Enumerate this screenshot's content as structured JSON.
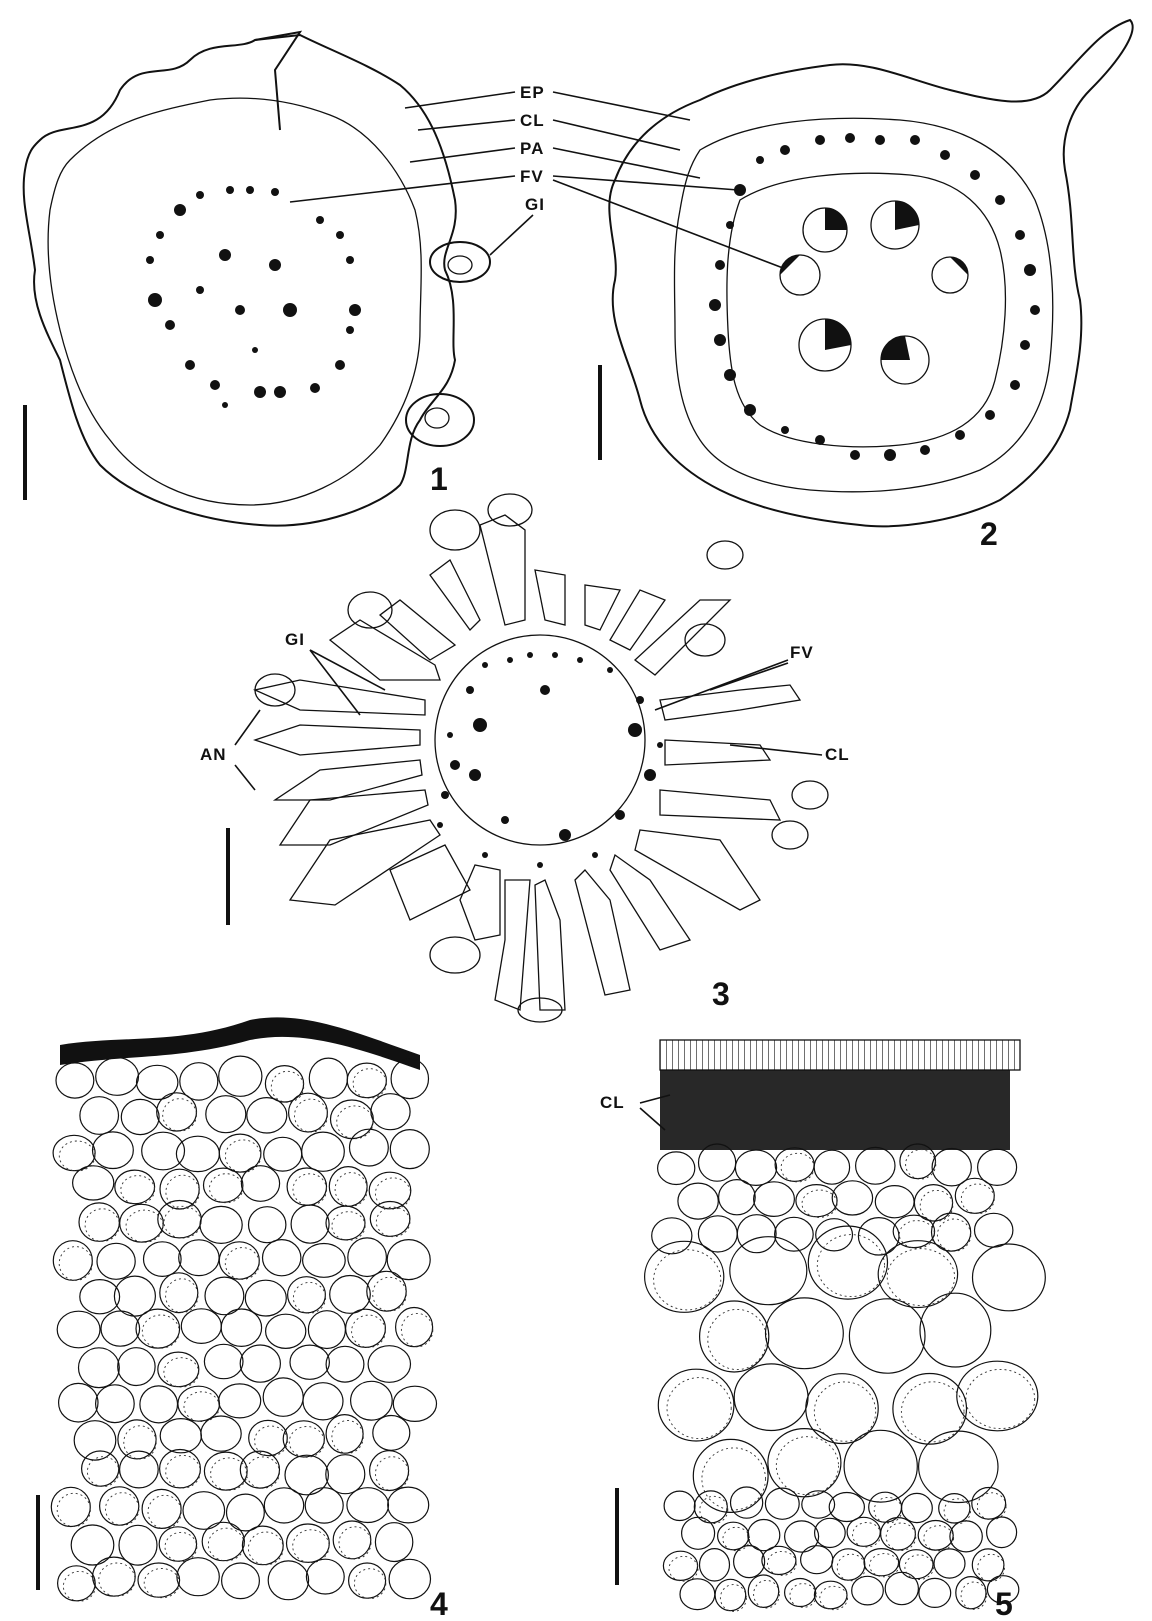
{
  "labels": {
    "ep": "EP",
    "cl": "CL",
    "pa": "PA",
    "fv": "FV",
    "gi": "GI",
    "an": "AN"
  },
  "figures": [
    "1",
    "2",
    "3",
    "4",
    "5"
  ]
}
